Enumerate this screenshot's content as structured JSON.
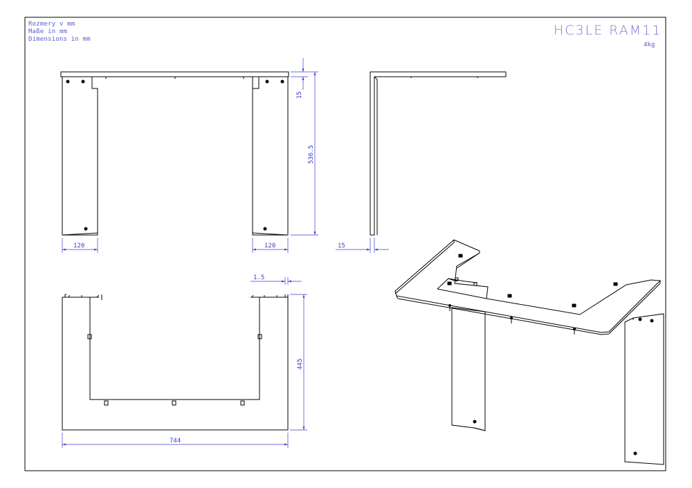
{
  "notes": [
    "Rozmery v mm",
    "Maße in mm",
    "Dimensions in mm"
  ],
  "title": "HC3LE RAM11",
  "weight": "4kg",
  "dimensions": {
    "front_width_left": "120",
    "front_width_right": "120",
    "front_top_thickness": "15",
    "front_height": "536.5",
    "side_thickness": "15",
    "plan_offset": "1.5",
    "plan_depth": "445",
    "plan_width": "744"
  },
  "colors": {
    "lines": "#000000",
    "dimensions": "#3c3ccf",
    "text": "#5a5acd"
  }
}
